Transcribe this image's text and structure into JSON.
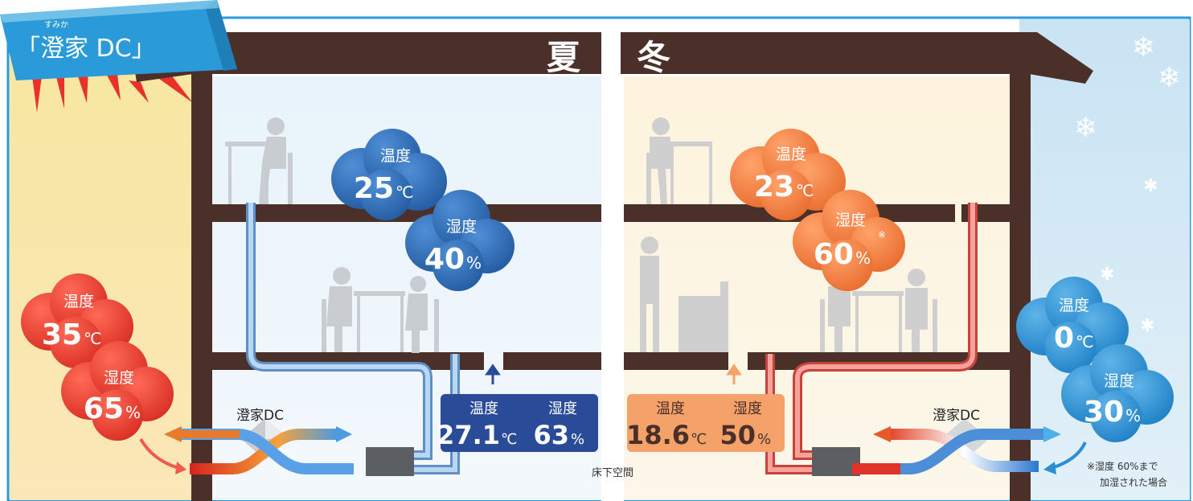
{
  "title": {
    "main": "「澄家 DC」",
    "ruby": "すみか"
  },
  "seasons": {
    "summer": "夏",
    "winter": "冬"
  },
  "labels": {
    "temperature": "温度",
    "humidity": "湿度",
    "unit_c": "℃",
    "unit_pct": "%"
  },
  "summer": {
    "outdoor": {
      "temp": "35",
      "humidity": "65"
    },
    "indoor": {
      "temp": "25",
      "humidity": "40"
    },
    "supply": {
      "temp": "27.1",
      "humidity": "63"
    }
  },
  "winter": {
    "outdoor": {
      "temp": "0",
      "humidity": "30"
    },
    "indoor": {
      "temp": "23",
      "humidity": "60"
    },
    "supply": {
      "temp": "18.6",
      "humidity": "50"
    }
  },
  "unit_label": "澄家DC",
  "underfloor": "床下空間",
  "note_mark": "※",
  "footnote": {
    "line1": "※湿度 60%まで",
    "line2": "加湿された場合"
  },
  "colors": {
    "summer_cloud": "#2f6db8",
    "winter_cloud": "#f07a3a",
    "outdoor_hot": "#e83a2e",
    "outdoor_cold": "#2b8fd3",
    "frame": "#4a3028",
    "title_bar": "#2a9ad8"
  }
}
